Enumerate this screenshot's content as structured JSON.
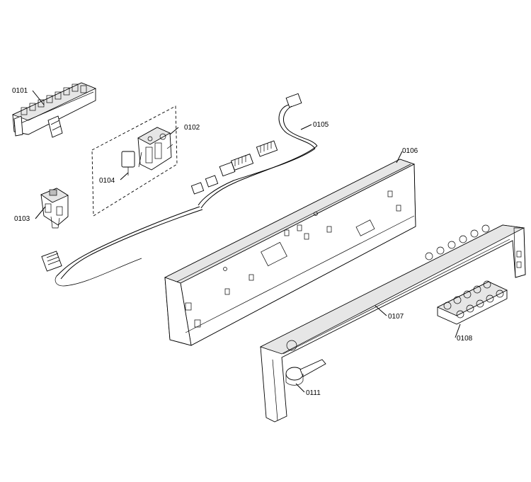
{
  "diagram": {
    "callouts": [
      {
        "id": "0101",
        "label": "0101"
      },
      {
        "id": "0102",
        "label": "0102"
      },
      {
        "id": "0103",
        "label": "0103"
      },
      {
        "id": "0104",
        "label": "0104"
      },
      {
        "id": "0105",
        "label": "0105"
      },
      {
        "id": "0106",
        "label": "0106"
      },
      {
        "id": "0107",
        "label": "0107"
      },
      {
        "id": "0108",
        "label": "0108"
      },
      {
        "id": "0111",
        "label": "0111"
      }
    ]
  }
}
